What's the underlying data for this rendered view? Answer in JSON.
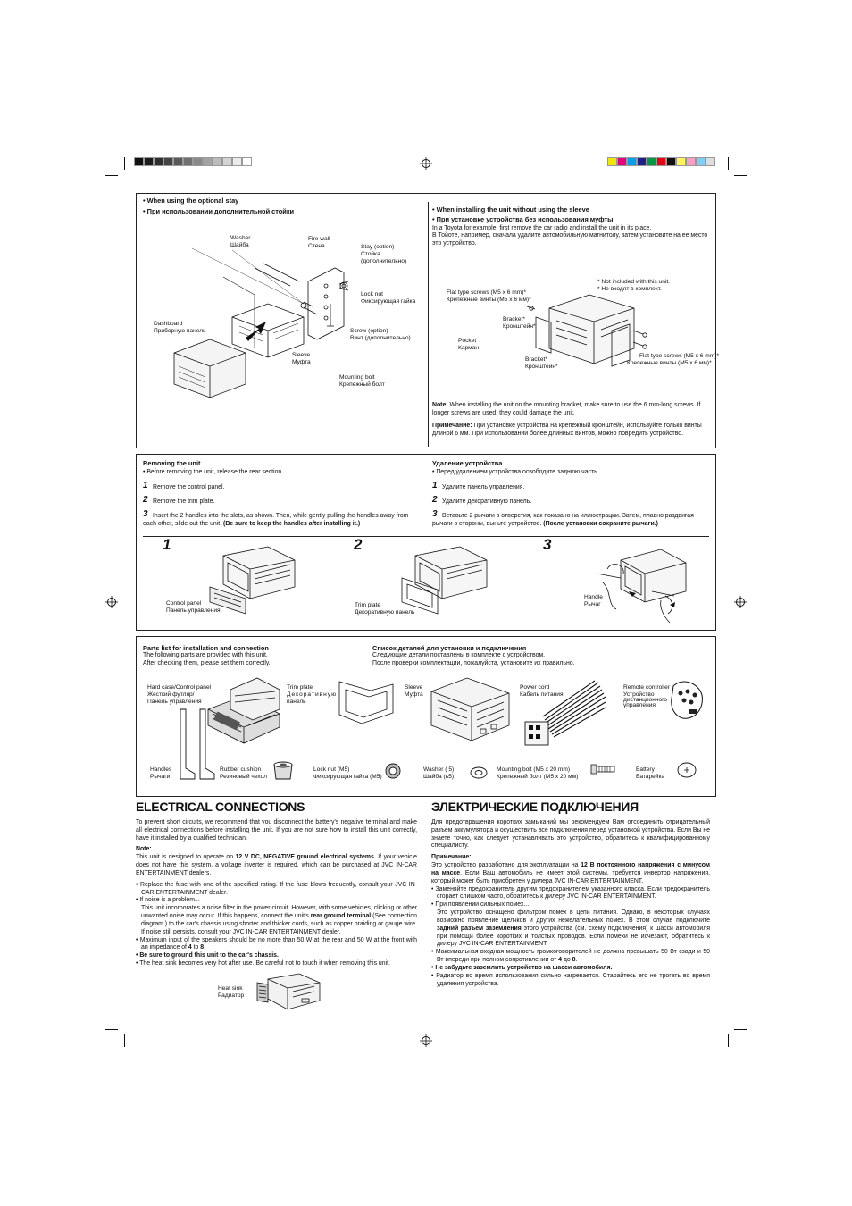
{
  "colors": {
    "grayscale_bar": [
      "#111111",
      "#1c1c1c",
      "#2e2e2e",
      "#444444",
      "#5a5a5a",
      "#717171",
      "#8a8a8a",
      "#a3a3a3",
      "#bcbcbc",
      "#d4d4d4",
      "#ebebeb",
      "#ffffff"
    ],
    "color_bar": [
      "#f2e600",
      "#e5007e",
      "#00a0e9",
      "#1d2088",
      "#009944",
      "#e60012",
      "#111111",
      "#fff45c",
      "#f6a0c8",
      "#7fcef4",
      "#dddddd"
    ]
  },
  "stay_section": {
    "heading_en": "• When using the optional stay",
    "heading_ru": "• При использовании дополнительной стойки",
    "labels": {
      "washer_en": "Washer",
      "washer_ru": "Шайба",
      "firewall_en": "Fire wall",
      "firewall_ru": "Стена",
      "stay_en": "Stay (option)",
      "stay_ru1": "Стойка",
      "stay_ru2": "(дополнительно)",
      "locknut_en": "Lock nut",
      "locknut_ru": "Фиксирующая гайка",
      "dashboard_en": "Dashboard",
      "dashboard_ru": "Приборную панель",
      "screw_en": "Screw (option)",
      "screw_ru": "Винт (дополнительно)",
      "sleeve_en": "Sleeve",
      "sleeve_ru": "Муфта",
      "bolt_en": "Mounting bolt",
      "bolt_ru": "Крепежный болт"
    }
  },
  "nosleeve_section": {
    "heading_en": "• When installing the unit without using the sleeve",
    "heading_ru": "• При установке устройства без использования муфты",
    "text_en": "In a Toyota for example, first remove the car radio and install the unit in its place.",
    "text_ru": "В Тойоте, например, сначала удалите автомобильную магнитолу, затем установите на ее место это устройство.",
    "labels": {
      "not_included_en": "* Not included with this unit.",
      "not_included_ru": "* Не входят в комплект.",
      "flat1_en": "Flat type screws (M5 x 6 mm)*",
      "flat1_ru": "Крепежные винты (M5 x 6 мм)*",
      "bracket1_en": "Bracket*",
      "bracket1_ru": "Кронштейн*",
      "pocket_en": "Pocket",
      "pocket_ru": "Карман",
      "bracket2_en": "Bracket*",
      "bracket2_ru": "Кронштейн*",
      "flat2_en": "Flat type screws (M5 x 6 mm)*",
      "flat2_ru": "Крепежные винты (M5 x 6 мм)*"
    },
    "note_label": "Note:",
    "note_en": "When installing the unit on the mounting bracket, make sure to use the 6 mm-long screws. If longer screws are used, they could damage the unit.",
    "note_ru_label": "Примечание:",
    "note_ru": "При установке устройства на крепежный кронштейн, используйте только винты длиной 6 мм. При использовании более длинных винтов, можно повредить устройство."
  },
  "removing": {
    "title_en": "Removing the unit",
    "bullet_en": "• Before removing the unit, release the rear section.",
    "steps_en": [
      "Remove the control panel.",
      "Remove the trim plate.",
      "Insert  the 2 handles into the slots, as shown. Then, while gently pulling the handles away from each other, slide out the unit."
    ],
    "step3_bold_en": "(Be sure to keep the handles after installing it.)",
    "title_ru": "Удаление устройства",
    "bullet_ru": "• Перед удалением устройства освободите заднюю часть.",
    "steps_ru": [
      "Удалите панель управления.",
      "Удалите декоративную панель.",
      "Вставьте 2 рычаги в отверстия, как показано на иллюстрации. Затем, плавно раздвигая рычаги в стороны, выньте устройство."
    ],
    "step3_bold_ru": "(После установки сохраните рычаги.)",
    "step_numbers": [
      "1",
      "2",
      "3"
    ],
    "fig_labels": {
      "control_panel_en": "Control panel",
      "control_panel_ru": "Панель управления",
      "trim_plate_en": "Trim plate",
      "trim_plate_ru": "Декоративную панель",
      "handle_en": "Handle",
      "handle_ru": "Рычаг"
    }
  },
  "parts": {
    "title_en": "Parts list for installation and connection",
    "text_en1": "The following parts are provided with this unit.",
    "text_en2": "After checking them, please set them correctly.",
    "title_ru": "Список деталей для установки и подключения",
    "text_ru1": "Следующие детали поставлены в комплекте с устройством.",
    "text_ru2": "После проверки комплектации, пожалуйста, установите их правильно.",
    "items": {
      "hardcase_en": "Hard case/Control panel",
      "hardcase_ru1": "Жесткий футляр/",
      "hardcase_ru2": "Панель управления",
      "trim_en": "Trim plate",
      "trim_ru1": "Декоративную",
      "trim_ru2": "панель",
      "sleeve_en": "Sleeve",
      "sleeve_ru": "Муфта",
      "power_en": "Power cord",
      "power_ru": "Кабель питания",
      "remote_en": "Remote controller",
      "remote_ru1": "Устройство",
      "remote_ru2": "дистанционного",
      "remote_ru3": "управления",
      "handles_en": "Handles",
      "handles_ru": "Рычаги",
      "cushion_en": "Rubber cushion",
      "cushion_ru": "Резиновый чехол",
      "locknut_en": "Lock nut (M5)",
      "locknut_ru": "Фиксирующая гайка (M5)",
      "washer_en": "Washer (   5)",
      "washer_ru": "Шайба (ь5)",
      "bolt_en": "Mounting bolt (M5 x 20 mm)",
      "bolt_ru": "Крепежный болт (M5 x 20 мм)",
      "battery_en": "Battery",
      "battery_ru": "Батарейка"
    }
  },
  "electrical": {
    "title_en": "ELECTRICAL CONNECTIONS",
    "title_ru": "ЭЛЕКТРИЧЕСКИЕ ПОДКЛЮЧЕНИЯ",
    "intro_en": "To prevent short circuits, we recommend that you disconnect the battery's negative terminal and make all electrical connections before installing the unit. If you are not sure how to install this unit correctly, have it installed by a qualified technician.",
    "note_label_en": "Note:",
    "note_en_a": "This unit is designed to operate on ",
    "note_en_b": "12 V DC, NEGATIVE ground electrical systems",
    "note_en_c": ". If your vehicle does not have this system, a voltage inverter is required, which can be purchased at JVC IN-CAR ENTERTAINMENT dealers.",
    "b1_en": "• Replace the fuse with one of the specified rating. If the fuse blows frequently, consult your JVC IN-CAR ENTERTAINMENT dealer.",
    "b2_en_a": "• If noise is a problem...",
    "b2_en_b": "This unit incorporates a noise filter in the power circuit. However, with some vehicles, clicking or other unwanted noise may occur. If this happens, connect the unit's ",
    "b2_en_bold": "rear ground terminal",
    "b2_en_c": " (See connection diagram.) to the car's chassis using shorter and thicker cords, such as copper braiding or gauge wire. If noise still persists, consult your JVC IN-CAR ENTERTAINMENT dealer.",
    "b3_en_a": "• Maximum input of the speakers should be no more than 50 W at the rear and 50 W at the front with an impedance of ",
    "b3_en_b": "4",
    "b3_en_c": " to ",
    "b3_en_d": "8",
    "b4_en": "• Be sure to ground this unit to the car's chassis.",
    "b5_en": "• The heat sink becomes very hot after use. Be careful not to touch it when removing this unit.",
    "heatsink_en": "Heat sink",
    "heatsink_ru": "Радиатор",
    "intro_ru": "Для предотвращения коротких замыканий мы рекомендуем Вам отсоединить отрицательный разъем аккумулятора и осуществить все подключения перед установкой устройства. Если Вы не знаете точно, как следует устанавливать это устройство, обратитесь к квалифицированному специалисту.",
    "note_label_ru": "Примечание:",
    "note_ru_a": "Это устройство разработано для эксплуатации на ",
    "note_ru_b": "12 В постоянного напряжения с минусом на массе",
    "note_ru_c": ". Если Ваш автомобиль не имеет этой системы, требуется инвертор напряжения, который может быть приобретен у дилера JVC IN-CAR ENTERTAINMENT.",
    "b1_ru": "• Заменяйте предохранитель другим предохранителем указанного класса. Если предохранитель сгорает слишком часто, обратитесь к дилеру JVC IN-CAR ENTERTAINMENT.",
    "b2_ru_a": "• При появлении сильных помех...",
    "b2_ru_b": "Это устройство оснащено фильтром помех в цепи питания. Однако, в некоторых случаях возможно появление щелчков и других нежелательных помех. В этом случае подключите ",
    "b2_ru_bold": "задний разъем заземления",
    "b2_ru_c": " этого устройства (см. схему подключения) к шасси автомобиля при помощи более коротких и толстых проводов. Если помехи не исчезают, обратитесь к дилеру JVC IN-CAR ENTERTAINMENT.",
    "b3_ru_a": "• Максимальная входная мощность громкоговорителей не должна превышать 50 Вт сзади и 50 Вт впереди при полном сопротивлении от ",
    "b3_ru_b": "4",
    "b3_ru_c": " до ",
    "b3_ru_d": "8",
    "b4_ru": "• Не забудьте заземлить устройство на шасси автомобиля.",
    "b5_ru": "• Радиатор во время использования сильно нагревается. Старайтесь его не трогать во время удаления устройства."
  }
}
